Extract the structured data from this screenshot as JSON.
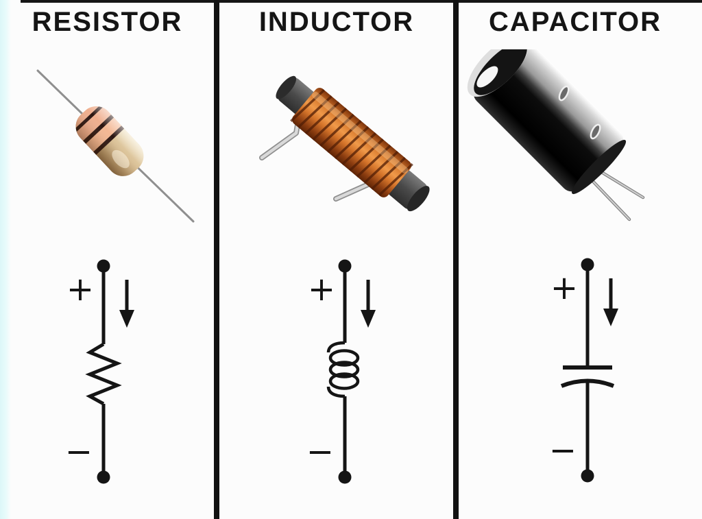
{
  "infographic": {
    "description": "Comparison of three passive electronic components, each with a product photo and its polarized schematic symbol",
    "columns": [
      {
        "id": "resistor",
        "title": "RESISTOR",
        "plus": "+",
        "minus": "−",
        "photo": "carbon-film-resistor",
        "symbol": "zigzag"
      },
      {
        "id": "inductor",
        "title": "INDUCTOR",
        "plus": "+",
        "minus": "−",
        "photo": "copper-coil-inductor",
        "symbol": "coil-loops"
      },
      {
        "id": "capacitor",
        "title": "CAPACITOR",
        "plus": "+",
        "minus": "−",
        "photo": "electrolytic-capacitor",
        "symbol": "polarized-plates"
      }
    ],
    "symbol_features": {
      "top_terminal": "filled-dot",
      "bottom_terminal": "filled-dot",
      "current_arrow": "downward"
    },
    "colors": {
      "background": "#fcfcfc",
      "divider": "#121212",
      "ink": "#151515",
      "left_accent_strip": "#dcf7f8",
      "resistor_body_tan": "#d9bf94",
      "resistor_band_salmon": "#efae8e",
      "resistor_band_dark": "#2a1410",
      "inductor_copper": "#c8671f",
      "inductor_core_gray": "#4a4a4a",
      "capacitor_black": "#0a0a0a",
      "capacitor_silver": "#c0c0c0",
      "lead_silver": "#c8c8c8"
    }
  }
}
